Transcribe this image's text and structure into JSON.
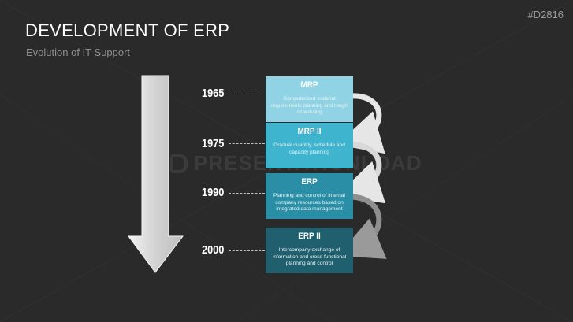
{
  "header": {
    "title": "DEVELOPMENT OF ERP",
    "subtitle": "Evolution of IT Support",
    "code": "#D2816"
  },
  "watermark": {
    "text": "PRESENTATIONLOAD"
  },
  "timeline": [
    {
      "year": "1965",
      "title": "MRP",
      "description": "Computerized material requirements planning and rough scheduling",
      "color": "#8fd3e4"
    },
    {
      "year": "1975",
      "title": "MRP II",
      "description": "Gradual quantity, schedule and capacity planning",
      "color": "#3fb4cf"
    },
    {
      "year": "1990",
      "title": "ERP",
      "description": "Planning and control of internal company resources based on integrated data management",
      "color": "#2a8fa6"
    },
    {
      "year": "2000",
      "title": "ERP II",
      "description": "Intercompany exchange of information and cross-functional planning and control",
      "color": "#1f5f6e"
    }
  ],
  "colors": {
    "background": "#2a2a2a",
    "big_arrow": "#d9d9d9",
    "connector_arrow": "#e0e0e0"
  }
}
